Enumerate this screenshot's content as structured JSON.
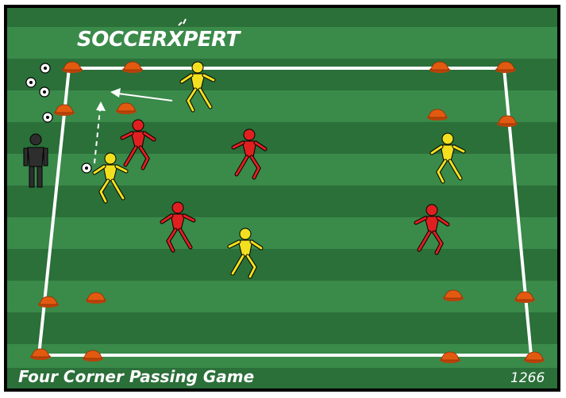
{
  "logo": {
    "text": "SOCCERXPERT"
  },
  "caption": {
    "title": "Four Corner Passing Game",
    "code": "1266"
  },
  "colors": {
    "grass_light": "#3a8a4a",
    "grass_dark": "#2b6f39",
    "cone": "#e25a10",
    "red_team": "#e02020",
    "yellow_team": "#f2e020",
    "coach": "#2e2e2e",
    "lines": "#ffffff"
  },
  "icons": {
    "cone": "cone-icon",
    "ball": "ball-icon",
    "player": "player-icon",
    "coach": "coach-icon",
    "arrow": "arrow-icon"
  }
}
